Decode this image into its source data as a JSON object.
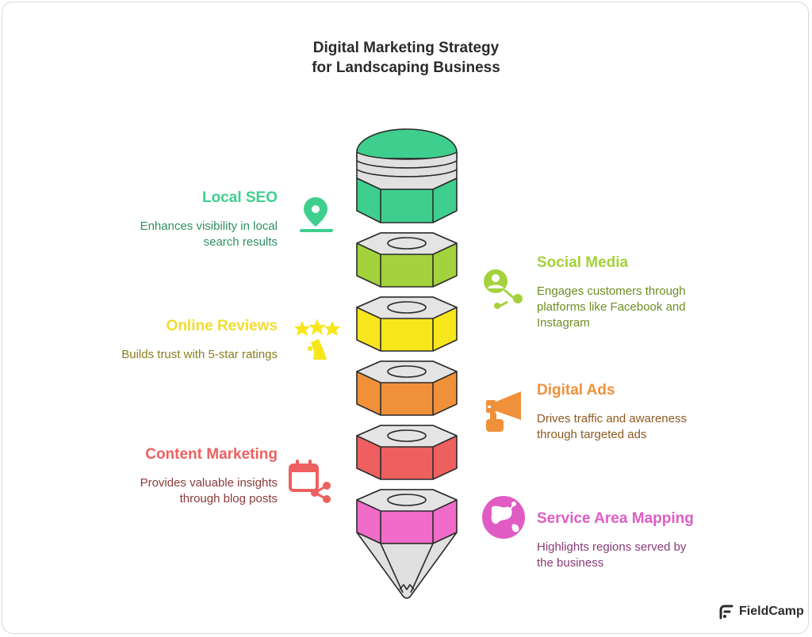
{
  "title": {
    "line1": "Digital Marketing Strategy",
    "line2": "for Landscaping Business"
  },
  "items": [
    {
      "title": "Local SEO",
      "desc_1": "Enhances visibility in local",
      "desc_2": "search results",
      "color": "#3ecf8e",
      "desc_color": "#2f8f63",
      "icon": "location-pin-icon"
    },
    {
      "title": "Social Media",
      "desc_1": "Engages customers through",
      "desc_2": "platforms like Facebook and",
      "desc_3": "Instagram",
      "color": "#a4d23c",
      "desc_color": "#6f8d24",
      "icon": "social-connection-icon"
    },
    {
      "title": "Online Reviews",
      "desc_1": "Builds trust with 5-star ratings",
      "color": "#f2dd2e",
      "desc_color": "#8a7d1e",
      "icon": "star-rating-icon"
    },
    {
      "title": "Digital Ads",
      "desc_1": "Drives traffic and awareness",
      "desc_2": "through targeted ads",
      "color": "#f0913a",
      "desc_color": "#8f5a22",
      "icon": "megaphone-icon"
    },
    {
      "title": "Content Marketing",
      "desc_1": "Provides valuable insights",
      "desc_2": "through blog posts",
      "color": "#ee6060",
      "desc_color": "#8c3a3a",
      "icon": "calendar-share-icon"
    },
    {
      "title": "Service Area Mapping",
      "desc_1": "Highlights regions served by",
      "desc_2": "the business",
      "color": "#e05cc4",
      "desc_color": "#8a3a78",
      "icon": "globe-map-icon"
    }
  ],
  "brand": {
    "name": "FieldCamp"
  }
}
